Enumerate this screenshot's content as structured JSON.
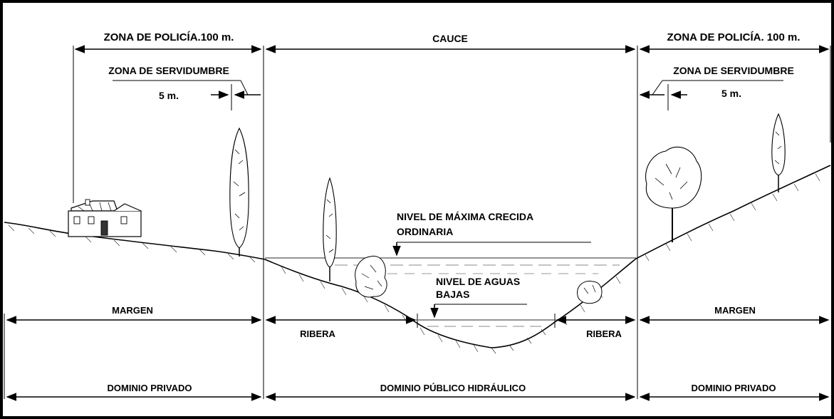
{
  "labels": {
    "zona_policia_left": "ZONA DE POLICÍA.100 m.",
    "zona_policia_right": "ZONA DE POLICÍA. 100 m.",
    "cauce": "CAUCE",
    "zona_servidumbre_left": "ZONA DE SERVIDUMBRE",
    "zona_servidumbre_right": "ZONA DE SERVIDUMBRE",
    "servidumbre_width_left": "5 m.",
    "servidumbre_width_right": "5 m.",
    "nivel_maxima_line1": "NIVEL DE MÁXIMA CRECIDA",
    "nivel_maxima_line2": "ORDINARIA",
    "nivel_aguas_line1": "NIVEL DE AGUAS",
    "nivel_aguas_line2": "BAJAS",
    "margen_left": "MARGEN",
    "margen_right": "MARGEN",
    "ribera_left": "RIBERA",
    "ribera_right": "RIBERA",
    "dominio_privado_left": "DOMINIO PRIVADO",
    "dominio_publico": "DOMINIO PÚBLICO HIDRÁULICO",
    "dominio_privado_right": "DOMINIO PRIVADO"
  },
  "colors": {
    "border": "#000000",
    "background": "#ffffff",
    "ink": "#000000",
    "water_line": "#666666"
  }
}
